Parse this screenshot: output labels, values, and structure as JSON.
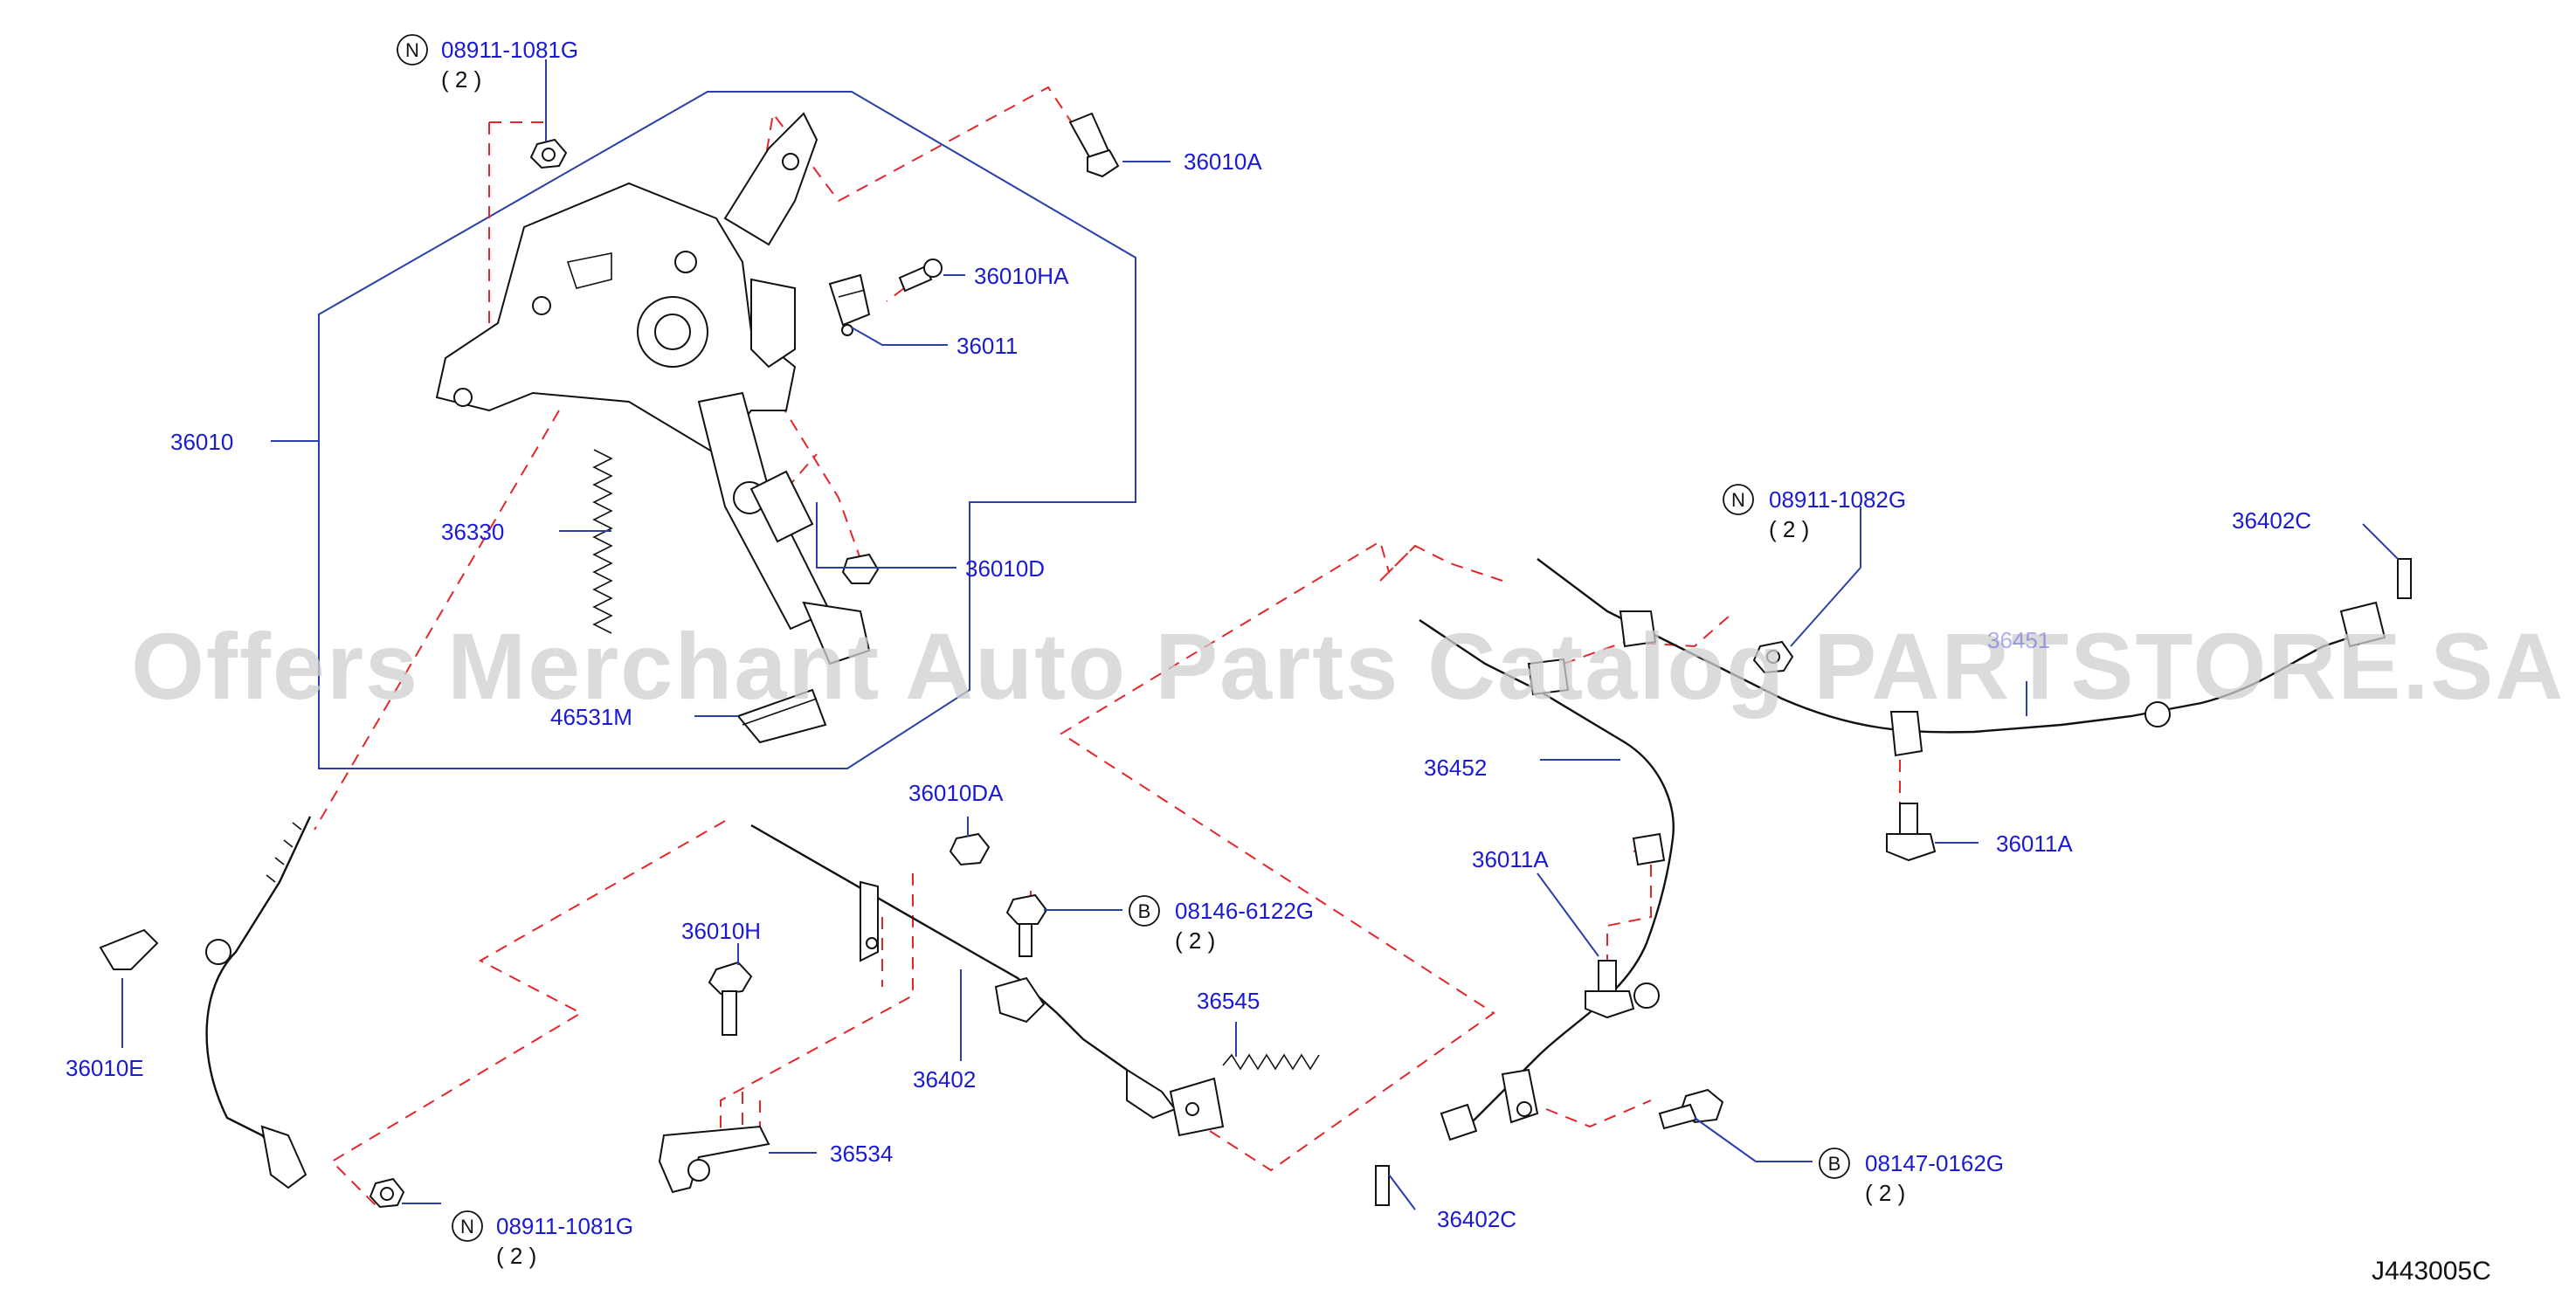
{
  "diagram": {
    "code": "J443005C",
    "watermark": "Offers Merchant Auto Parts Catalog PARTSTORE.SA",
    "colors": {
      "label": "#1a1ad6",
      "leader": "#2a3fa8",
      "dashed_link": "#e4262b",
      "outline": "#111111"
    }
  },
  "labels": {
    "p36010": "36010",
    "p36010A": "36010A",
    "p36010HA": "36010HA",
    "p36011": "36011",
    "p36330": "36330",
    "p36010D": "36010D",
    "p46531M": "46531M",
    "p36010E": "36010E",
    "p36010DA": "36010DA",
    "p36010H": "36010H",
    "p36402": "36402",
    "p36545": "36545",
    "p36534": "36534",
    "p36452": "36452",
    "p36011A_left": "36011A",
    "p36011A_right": "36011A",
    "p36402C_top": "36402C",
    "p36402C_bottom": "36402C",
    "p36451_partial": "36451"
  },
  "callouts": {
    "n_top": {
      "letter": "N",
      "number": "08911-1081G",
      "qty": "( 2 )"
    },
    "n_right": {
      "letter": "N",
      "number": "08911-1082G",
      "qty": "( 2 )"
    },
    "n_bottom": {
      "letter": "N",
      "number": "08911-1081G",
      "qty": "( 2 )"
    },
    "b_mid": {
      "letter": "B",
      "number": "08146-6122G",
      "qty": "( 2 )"
    },
    "b_right": {
      "letter": "B",
      "number": "08147-0162G",
      "qty": "( 2 )"
    }
  }
}
